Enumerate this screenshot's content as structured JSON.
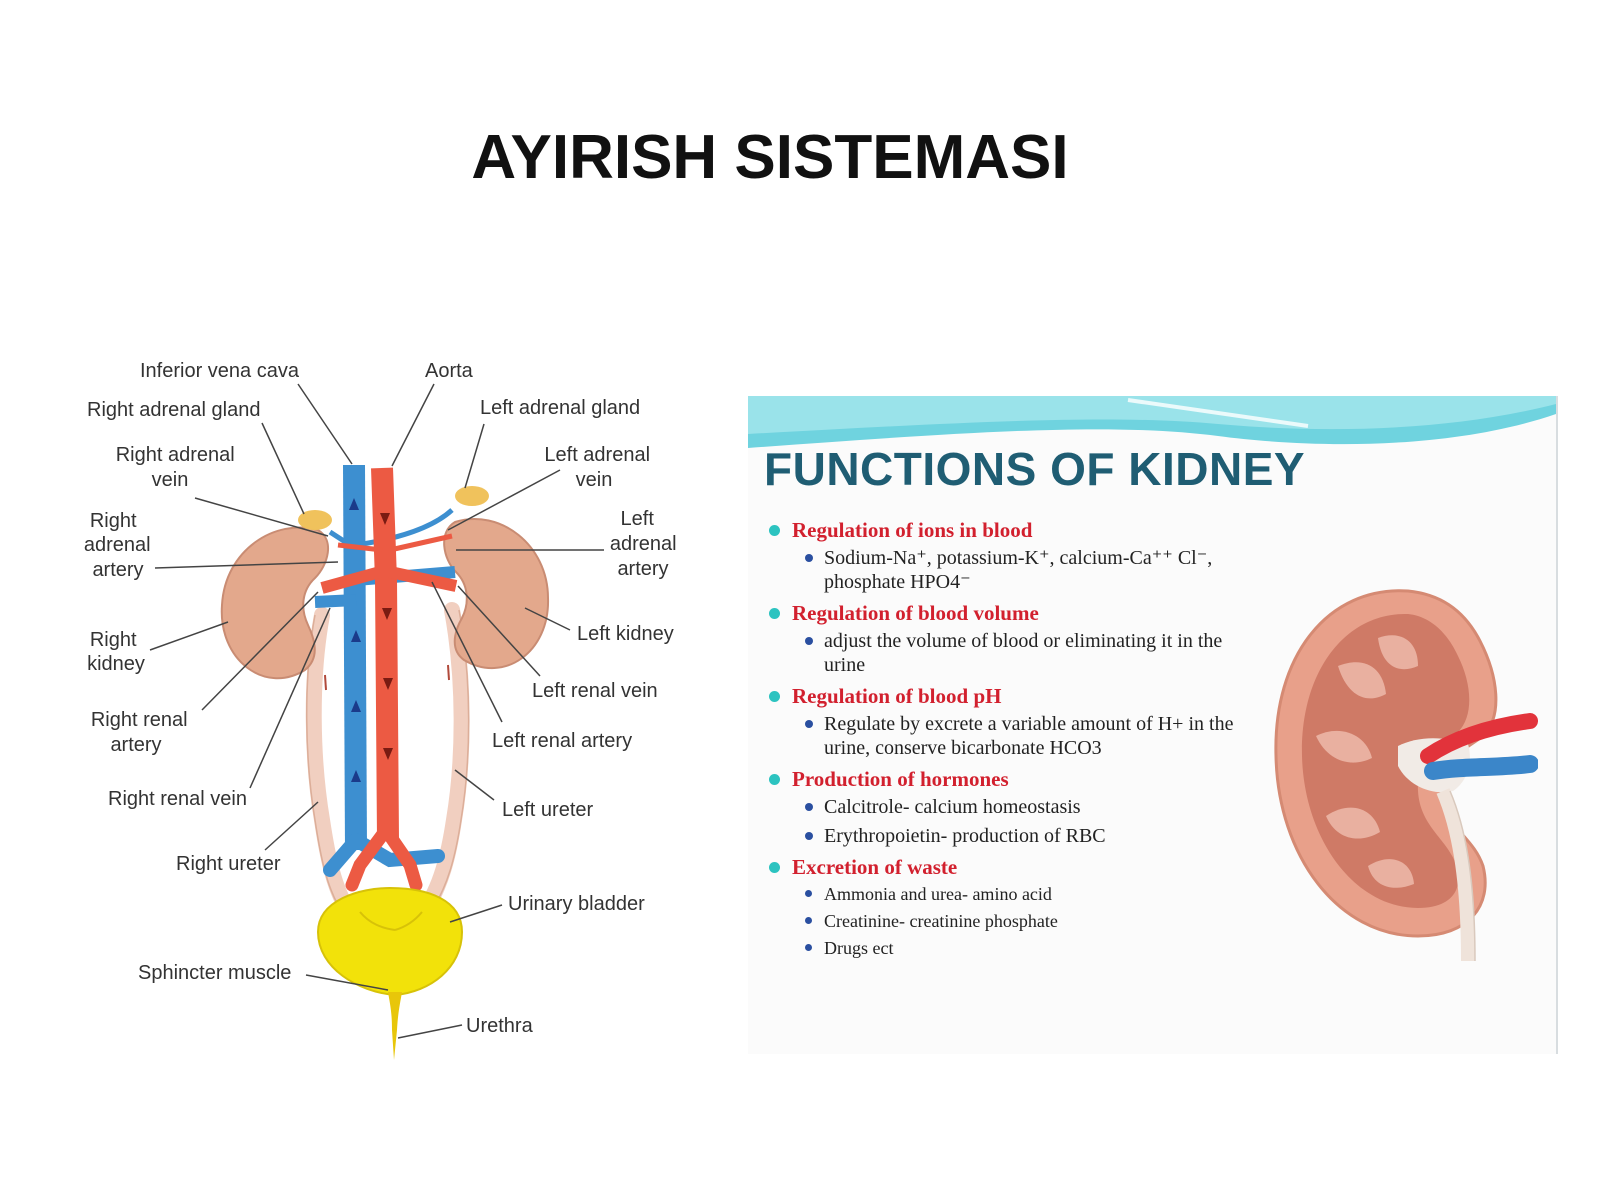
{
  "slide": {
    "title": "AYIRISH SISTEMASI"
  },
  "anatomy": {
    "labels": {
      "inferior_vena_cava": "Inferior vena cava",
      "aorta": "Aorta",
      "right_adrenal_gland": "Right adrenal gland",
      "left_adrenal_gland": "Left adrenal gland",
      "right_adrenal_vein": [
        "Right adrenal",
        "vein"
      ],
      "left_adrenal_vein": [
        "Left adrenal",
        "vein"
      ],
      "right_adrenal_artery": [
        "Right",
        "adrenal",
        "artery"
      ],
      "left_adrenal_artery": [
        "Left",
        "adrenal",
        "artery"
      ],
      "right_kidney": [
        "Right",
        "kidney"
      ],
      "left_kidney": "Left kidney",
      "left_renal_vein": "Left renal vein",
      "right_renal_artery": [
        "Right renal",
        "artery"
      ],
      "left_renal_artery": "Left renal artery",
      "right_renal_vein": "Right renal vein",
      "left_ureter": "Left ureter",
      "right_ureter": "Right ureter",
      "urinary_bladder": "Urinary bladder",
      "sphincter_muscle": "Sphincter muscle",
      "urethra": "Urethra"
    },
    "colors": {
      "vein": "#3d8fd0",
      "artery": "#ec5a43",
      "kidney": "#e3a88c",
      "adrenal": "#f0c25c",
      "bladder": "#f2e20a",
      "ureter": "#f1cfc0"
    }
  },
  "kidney_panel": {
    "title": "FUNCTIONS OF KIDNEY",
    "functions": [
      {
        "heading": "Regulation of ions in blood",
        "items": [
          "Sodium-Na⁺, potassium-K⁺, calcium-Ca⁺⁺ Cl⁻, phosphate HPO4⁻"
        ]
      },
      {
        "heading": "Regulation of blood volume",
        "items": [
          "adjust the volume of blood or eliminating it in the urine"
        ]
      },
      {
        "heading": "Regulation of blood pH",
        "items": [
          "Regulate by excrete a variable amount of H+ in the urine, conserve bicarbonate HCO3"
        ]
      },
      {
        "heading": "Production of hormones",
        "items": [
          "Calcitrole- calcium homeostasis",
          "Erythropoietin- production of RBC"
        ]
      },
      {
        "heading": "Excretion of waste",
        "items": [
          "Ammonia and urea- amino acid",
          "Creatinine- creatinine phosphate",
          "Drugs ect"
        ]
      }
    ],
    "colors": {
      "title": "#1f5d73",
      "heading": "#d2202e",
      "bullet": "#2cc3c0",
      "sub_bullet": "#2a4fa0"
    }
  }
}
